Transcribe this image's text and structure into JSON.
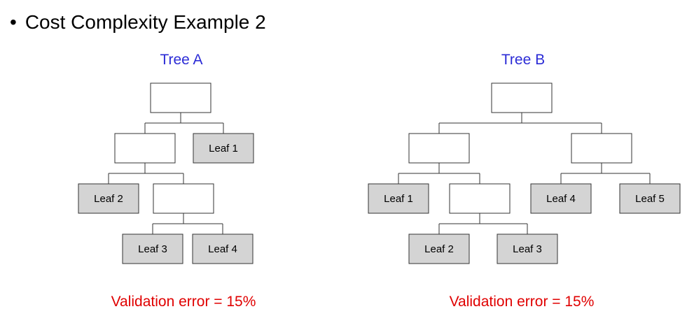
{
  "heading": {
    "bullet": "•",
    "text": "Cost Complexity Example 2"
  },
  "colors": {
    "title": "#2b2bd6",
    "error": "#e00000",
    "leaf_fill": "#d4d4d4",
    "node_fill": "#ffffff"
  },
  "trees": [
    {
      "title": "Tree A",
      "error": "Validation error = 15%",
      "nodes": [
        {
          "id": "a0",
          "label": ""
        },
        {
          "id": "a1",
          "label": ""
        },
        {
          "id": "a2",
          "label": "Leaf 1"
        },
        {
          "id": "a3",
          "label": "Leaf 2"
        },
        {
          "id": "a4",
          "label": ""
        },
        {
          "id": "a5",
          "label": "Leaf 3"
        },
        {
          "id": "a6",
          "label": "Leaf 4"
        }
      ],
      "edges": [
        [
          "a0",
          "a1"
        ],
        [
          "a0",
          "a2"
        ],
        [
          "a1",
          "a3"
        ],
        [
          "a1",
          "a4"
        ],
        [
          "a4",
          "a5"
        ],
        [
          "a4",
          "a6"
        ]
      ]
    },
    {
      "title": "Tree B",
      "error": "Validation error = 15%",
      "nodes": [
        {
          "id": "b0",
          "label": ""
        },
        {
          "id": "b1",
          "label": ""
        },
        {
          "id": "b2",
          "label": ""
        },
        {
          "id": "b3",
          "label": "Leaf 1"
        },
        {
          "id": "b4",
          "label": ""
        },
        {
          "id": "b5",
          "label": "Leaf 4"
        },
        {
          "id": "b6",
          "label": "Leaf 5"
        },
        {
          "id": "b7",
          "label": "Leaf 2"
        },
        {
          "id": "b8",
          "label": "Leaf 3"
        }
      ],
      "edges": [
        [
          "b0",
          "b1"
        ],
        [
          "b0",
          "b2"
        ],
        [
          "b1",
          "b3"
        ],
        [
          "b1",
          "b4"
        ],
        [
          "b2",
          "b5"
        ],
        [
          "b2",
          "b6"
        ],
        [
          "b4",
          "b7"
        ],
        [
          "b4",
          "b8"
        ]
      ]
    }
  ]
}
